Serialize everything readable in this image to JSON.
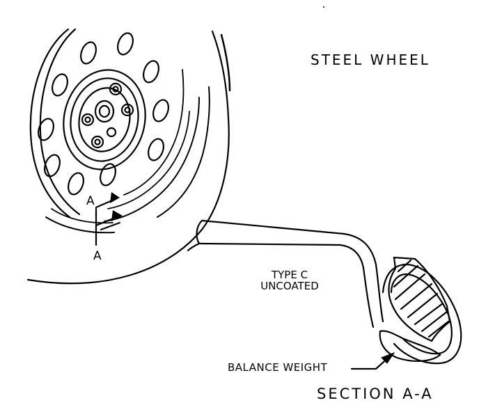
{
  "labels": {
    "title": "STEEL WHEEL",
    "wire_type_line1": "TYPE C",
    "wire_type_line2": "UNCOATED",
    "balance_weight": "BALANCE WEIGHT",
    "section_caption": "SECTION A-A",
    "section_mark_top": "A",
    "section_mark_bottom": "A"
  },
  "colors": {
    "ink": "#000000",
    "paper": "#ffffff"
  }
}
